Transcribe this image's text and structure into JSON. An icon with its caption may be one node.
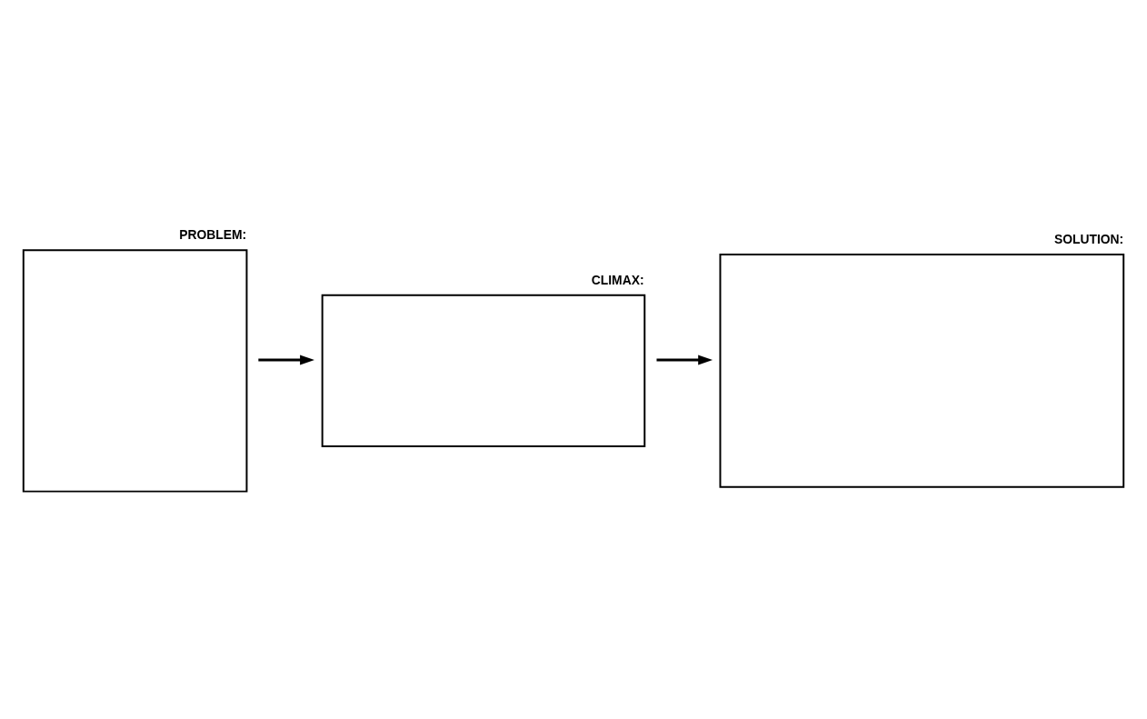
{
  "diagram": {
    "nodes": [
      {
        "text": [
          "PROBLEM:"
        ]
      },
      {
        "text": [
          "CLIMAX:"
        ]
      },
      {
        "text": [
          "SOLUTION:"
        ]
      }
    ],
    "edges": [
      {
        "from": 0,
        "to": 1,
        "arrow": "to"
      },
      {
        "from": 1,
        "to": 2,
        "arrow": "to"
      }
    ]
  }
}
